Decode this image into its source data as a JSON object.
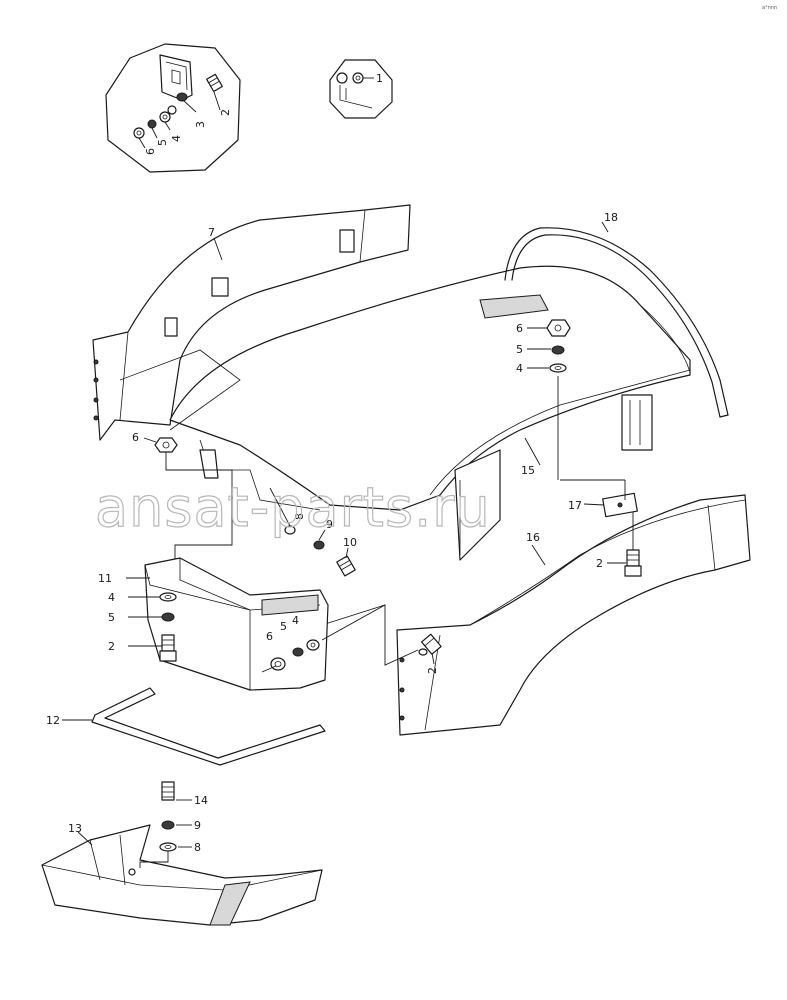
{
  "corner_mark": "a°nnn",
  "watermark": "ansat-parts.ru",
  "callouts": {
    "c1": "1",
    "c2a": "2",
    "c3": "3",
    "c4a": "4",
    "c5a": "5",
    "c6a": "6",
    "c7": "7",
    "c18": "18",
    "c6b": "6",
    "c5b": "5",
    "c4b": "4",
    "c6c": "6",
    "c15": "15",
    "c17": "17",
    "c16": "16",
    "c2b": "2",
    "c8a": "8",
    "c9a": "9",
    "c10": "10",
    "c11": "11",
    "c4c": "4",
    "c5c": "5",
    "c2c": "2",
    "c6d": "6",
    "c5d": "5",
    "c4d": "4",
    "c2d": "2",
    "c12": "12",
    "c14": "14",
    "c13": "13",
    "c9b": "9",
    "c8b": "8"
  }
}
